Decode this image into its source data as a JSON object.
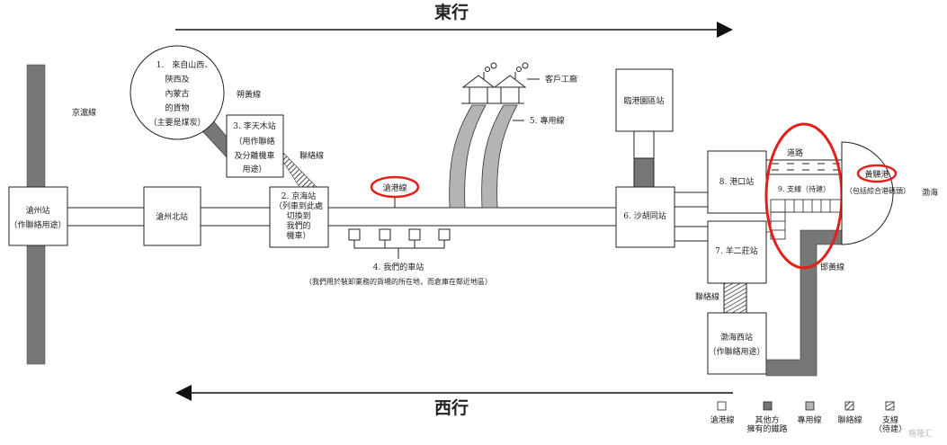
{
  "direction": {
    "east": "東行",
    "west": "西行"
  },
  "lines": {
    "jinghu": "京滬線",
    "shuohuang": "朔黃線",
    "lianluo_1": "聯絡線",
    "canggang": "滄港線",
    "zhuanyong": "5. 專用線",
    "kehu": "客戶工廠",
    "daolu": "道路",
    "hanhuang": "邯黃線",
    "lianluo_2": "聯絡線",
    "bohai": "渤海"
  },
  "origin_circle": [
    "1.　來自山西、",
    "陝西及",
    "內蒙古",
    "的貨物",
    "（主要是煤炭）"
  ],
  "stations": {
    "cangzhou": [
      "滄州站",
      "（作聯絡用途）"
    ],
    "cangzhou_north": [
      "滄州北站"
    ],
    "litianmu": [
      "3. 李天木站",
      "（用作聯絡",
      "及分離機車",
      "用途）"
    ],
    "jinghai": [
      "2. 京海站",
      "（列車到此處",
      "切換到",
      "我們的",
      "機車）"
    ],
    "ours": [
      "4. 我們的車站",
      "（我們用於裝卸業務的貨場的所在地，而倉庫在鄰近地區）"
    ],
    "lingang": [
      "臨港園區站"
    ],
    "shahutong": [
      "6. 沙胡同站"
    ],
    "gangkou": [
      "8. 港口站"
    ],
    "yangerzhuang": [
      "7. 羊二莊站"
    ],
    "bohai_west": [
      "渤海西站",
      "（作聯絡用途）"
    ],
    "branch": [
      "9. 支線（待建）"
    ],
    "huanghua": [
      "黃驊港",
      "（包括綜合港碼頭）"
    ]
  },
  "legend": [
    {
      "label": [
        "滄港線"
      ],
      "swatch": "white"
    },
    {
      "label": [
        "其他方",
        "擁有的鐵路"
      ],
      "swatch": "dark"
    },
    {
      "label": [
        "專用線"
      ],
      "swatch": "light"
    },
    {
      "label": [
        "聯絡線"
      ],
      "swatch": "hatch"
    },
    {
      "label": [
        "支線",
        "（待建）"
      ],
      "swatch": "zigzag"
    }
  ],
  "watermark": "格隆汇",
  "colors": {
    "dark_gray": "#777777",
    "light_gray": "#b4b4b4",
    "highlight": "#e0201b"
  }
}
